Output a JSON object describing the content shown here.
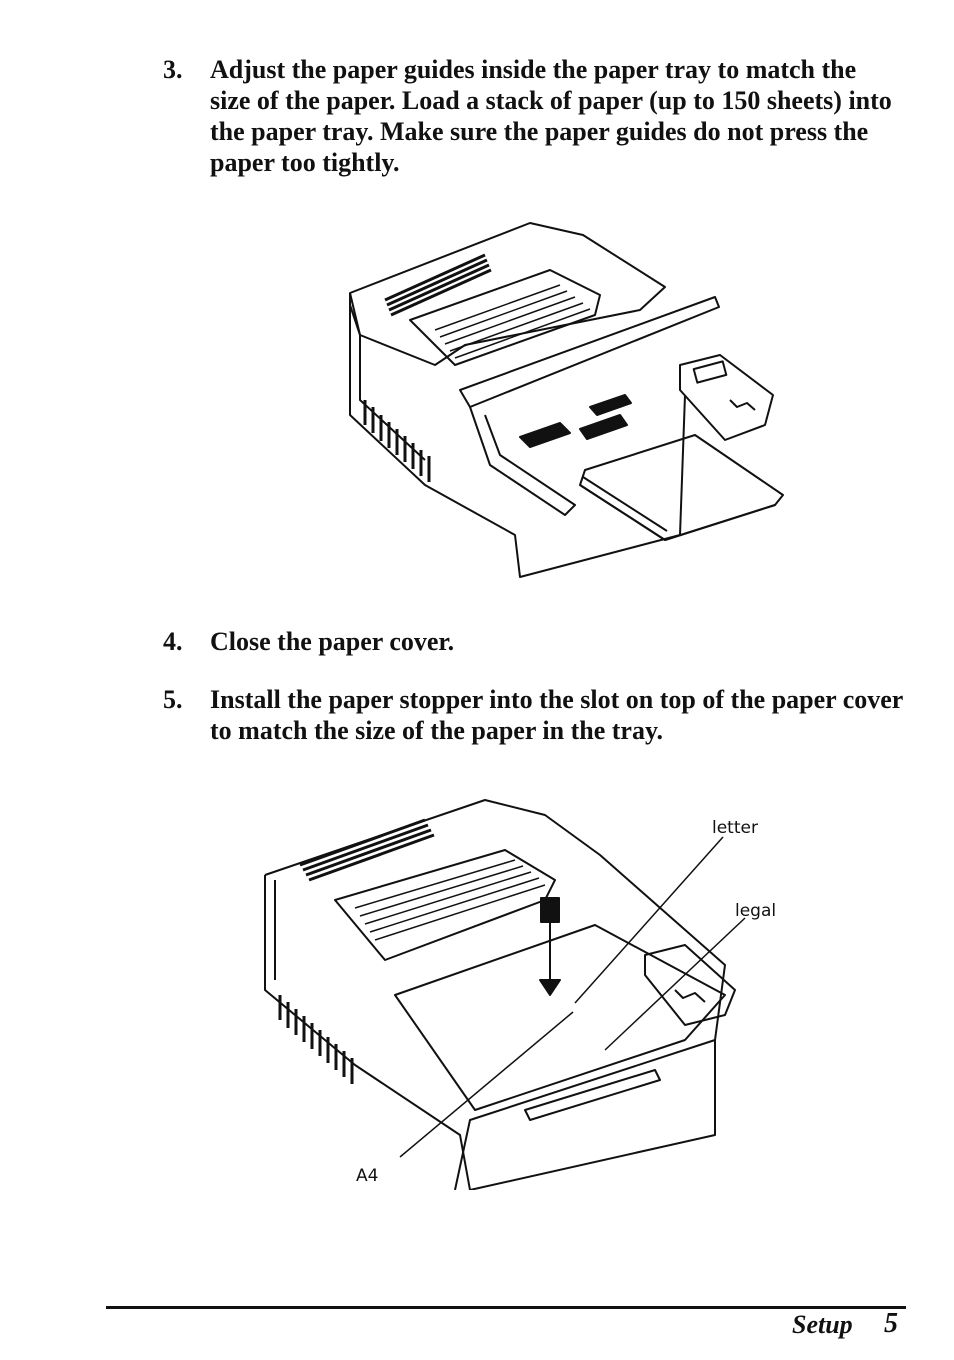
{
  "steps": [
    {
      "number": "3.",
      "text": "Adjust the paper guides inside the paper tray to match the size of the paper. Load a stack of paper (up to 150 sheets) into the paper tray. Make sure the paper guides do not press the paper too tightly."
    },
    {
      "number": "4.",
      "text": "Close the paper cover."
    },
    {
      "number": "5.",
      "text": "Install the paper stopper into the slot on top of the paper cover to match the size of the paper in the tray."
    }
  ],
  "figure2": {
    "labels": {
      "letter": "letter",
      "legal": "legal",
      "a4": "A4"
    }
  },
  "footer": {
    "section": "Setup",
    "page": "5"
  }
}
